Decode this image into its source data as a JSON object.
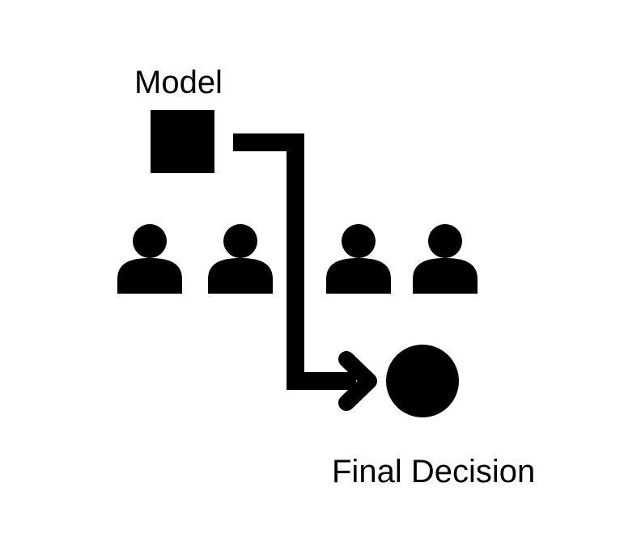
{
  "labels": {
    "model": "Model",
    "final_decision": "Final Decision"
  },
  "nodes": {
    "model": {
      "shape": "square",
      "icon": "model-square-icon"
    },
    "people": [
      "person-icon",
      "person-icon",
      "person-icon",
      "person-icon"
    ],
    "decision": {
      "shape": "circle",
      "icon": "decision-circle-icon"
    }
  },
  "edges": [
    {
      "from": "model",
      "to": "final_decision",
      "style": "elbow-arrow"
    }
  ],
  "colors": {
    "foreground": "#000000",
    "background": "#ffffff"
  }
}
